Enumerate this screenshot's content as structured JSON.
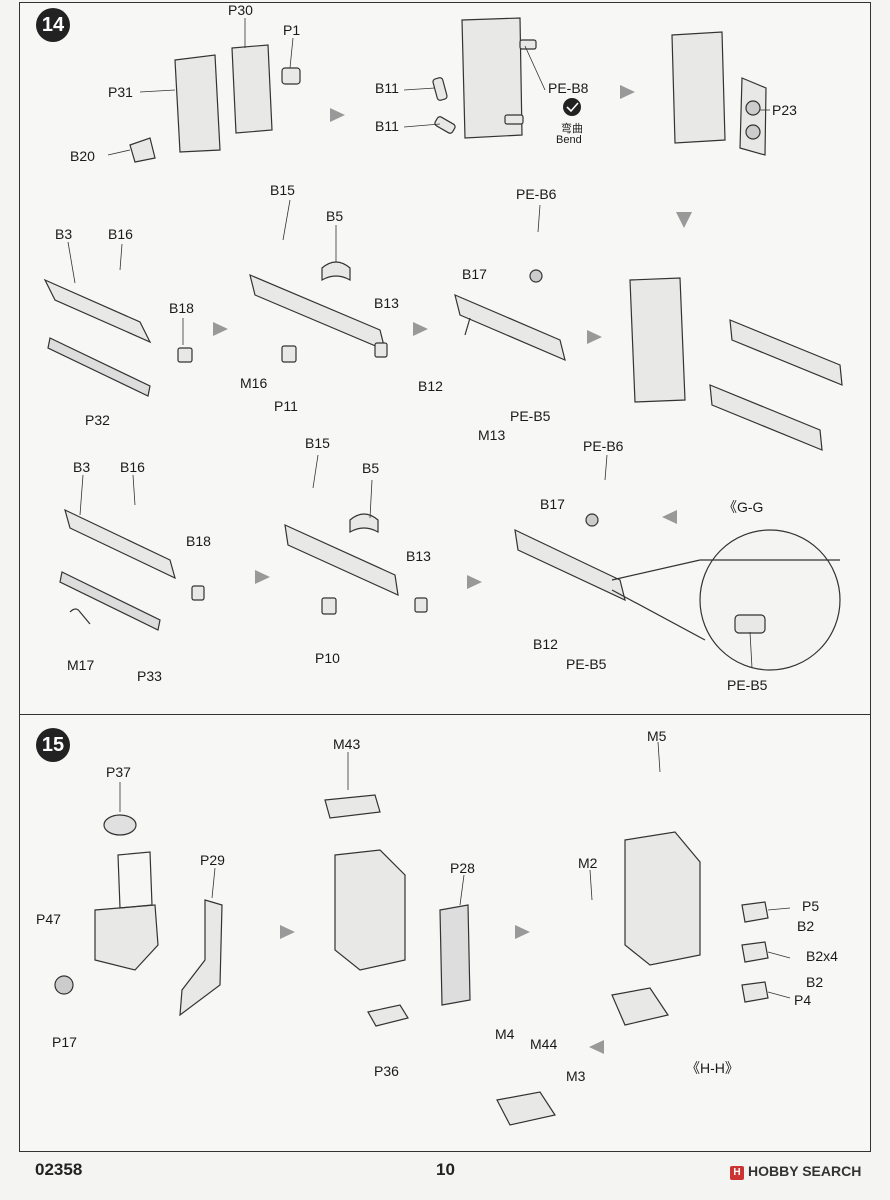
{
  "steps": [
    {
      "number": "14",
      "labels": [
        "P30",
        "P1",
        "P31",
        "B20",
        "B11",
        "B11",
        "PE-B8",
        "弯曲",
        "Bend",
        "P23",
        "B3",
        "B16",
        "B18",
        "P32",
        "B15",
        "B5",
        "B13",
        "M16",
        "P11",
        "PE-B6",
        "B17",
        "B12",
        "M13",
        "PE-B5",
        "B3",
        "B16",
        "B18",
        "M17",
        "P33",
        "B15",
        "B5",
        "B13",
        "P10",
        "PE-B6",
        "B17",
        "B12",
        "PE-B5",
        "《G-G",
        "PE-B5"
      ]
    },
    {
      "number": "15",
      "labels": [
        "P37",
        "P29",
        "P47",
        "P17",
        "M43",
        "P28",
        "P36",
        "M5",
        "M2",
        "P5",
        "B2",
        "B2x4",
        "B2",
        "P4",
        "M4",
        "M44",
        "M3",
        "《H-H》"
      ]
    }
  ],
  "footer": {
    "product_code": "02358",
    "page_number": "10",
    "watermark": "HOBBY SEARCH",
    "watermark_icon": "hobby-search-logo-icon"
  },
  "colors": {
    "line": "#333333",
    "arrow": "#999999",
    "panel_border": "#333333"
  }
}
